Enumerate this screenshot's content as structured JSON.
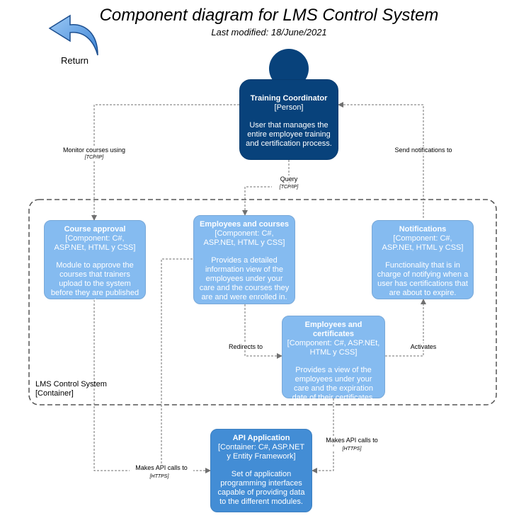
{
  "header": {
    "title": "Component diagram for LMS Control System",
    "subtitle": "Last modified: 18/June/2021"
  },
  "return": {
    "label": "Return",
    "icon": "return-arrow-icon"
  },
  "colors": {
    "person": "#08427b",
    "component": "#85bbf0",
    "container": "#438dd5",
    "boundary": "#555555",
    "arrow": "#707070"
  },
  "person": {
    "name": "Training Coordinator",
    "type": "[Person]",
    "description": "User that manages the entire employee training and certification process."
  },
  "components": {
    "course_approval": {
      "name": "Course approval",
      "type": "[Component: C#, ASP.NEt, HTML y CSS]",
      "description": "Module to approve the courses that trainers upload to the system before they are published to employees."
    },
    "employees_courses": {
      "name": "Employees and courses",
      "type": "[Component: C#, ASP.NEt, HTML y CSS]",
      "description": "Provides a detailed information view of the employees under your care and the courses they are and were enrolled in."
    },
    "notifications": {
      "name": "Notifications",
      "type": "[Component: C#, ASP.NEt, HTML y CSS]",
      "description": "Functionality that is in charge of notifying when a user has certifications that are about to expire."
    },
    "employees_certificates": {
      "name": "Employees and certificates",
      "type": "[Component: C#, ASP.NEt, HTML y CSS]",
      "description": "Provides a view of the employees under your care and the expiration date of their certificates."
    }
  },
  "api": {
    "name": "API Application",
    "type": "[Container: C#, ASP.NET y Entity Framework]",
    "description": "Set of application programming interfaces capable of providing data to the different modules."
  },
  "boundary": {
    "name": "LMS Control System",
    "type": "[Container]"
  },
  "relations": {
    "monitor": {
      "label": "Monitor courses using",
      "tech": "[TCP/IP]"
    },
    "query": {
      "label": "Query",
      "tech": "[TCP/IP]"
    },
    "send": {
      "label": "Send notifications to"
    },
    "redirects": {
      "label": "Redirects to"
    },
    "activates": {
      "label": "Activates"
    },
    "api_left": {
      "label": "Makes API calls to",
      "tech": "[HTTPS]"
    },
    "api_right": {
      "label": "Makes API calls to",
      "tech": "[HTTPS]"
    }
  }
}
